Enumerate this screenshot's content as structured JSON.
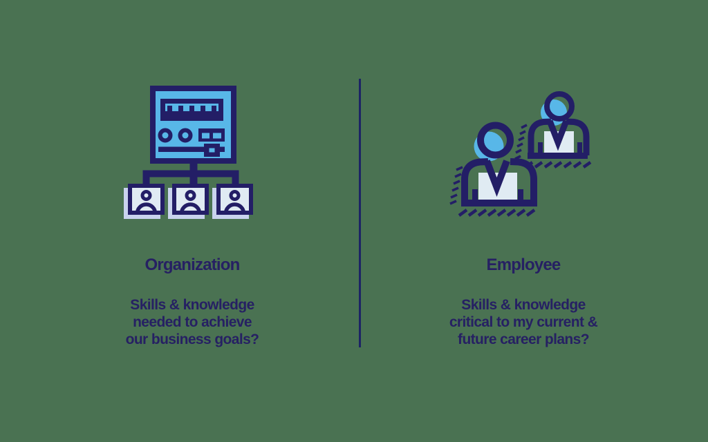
{
  "page": {
    "background_color": "#4a7252"
  },
  "palette": {
    "navy": "#231e66",
    "sky_blue": "#58b7e8",
    "pale_blue": "#e0ebf3",
    "shadow_lavender": "#c9d3ee",
    "text_navy": "#262063",
    "divider_navy": "#1c2365",
    "page_bg": "#4a7252"
  },
  "divider": {
    "orientation": "vertical"
  },
  "columns": [
    {
      "id": "organization",
      "icon": "org-chart-dashboard-icon",
      "title": "Organization",
      "description_lines": [
        "Skills & knowledge",
        "needed to achieve",
        "our business goals?"
      ]
    },
    {
      "id": "employee",
      "icon": "two-employees-icon",
      "title": "Employee",
      "description_lines": [
        "Skills & knowledge",
        "critical to my current &",
        "future career plans?"
      ]
    }
  ]
}
